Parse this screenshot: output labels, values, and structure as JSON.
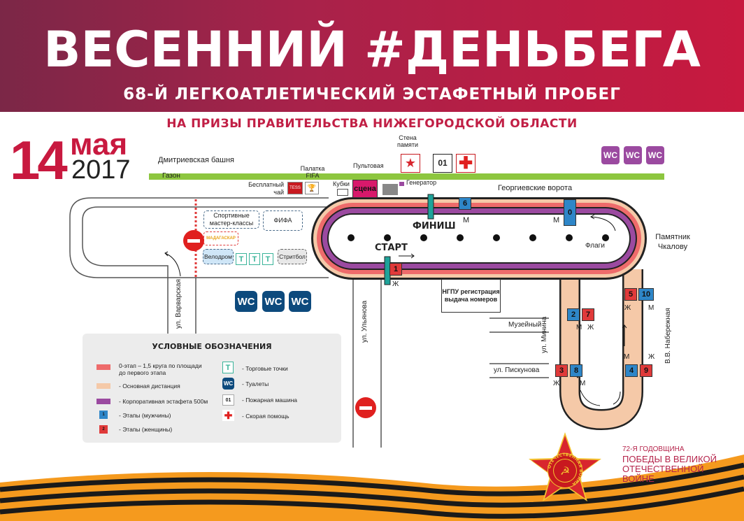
{
  "header": {
    "title": "ВЕСЕННИЙ #ДЕНЬБЕГА",
    "subtitle": "68-Й ЛЕГКОАТЛЕТИЧЕСКИЙ ЭСТАФЕТНЫЙ ПРОБЕГ",
    "prize": "НА ПРИЗЫ ПРАВИТЕЛЬСТВА НИЖЕГОРОДСКОЙ ОБЛАСТИ"
  },
  "date": {
    "day": "14",
    "month": "мая",
    "year": "2017"
  },
  "map": {
    "dmitrievskaya": "Дмитриевская башня",
    "gazon": "Газон",
    "tea": "Бесплатный чай",
    "tess": "TESS",
    "fifa_tent": "Палатка FIFA",
    "cups": "Кубки",
    "control": "Пультовая",
    "stage": "сцена",
    "generator": "Генератор",
    "memory_wall": "Стена памяти",
    "fire": "01",
    "georgievskie": "Георгиевские ворота",
    "chkalov": "Памятник Чкалову",
    "flags": "Флаги",
    "finish": "ФИНИШ",
    "start": "СТАРТ",
    "ngpu": "НГПУ регистрация выдача номеров",
    "museum": "Музейный",
    "piskunova": "ул. Пискунова",
    "minina": "ул. Минина",
    "naberezhnaya": "В.В. Набережная",
    "ulyanova": "ул. Ульянова",
    "varvarskaya": "ул. Варварская",
    "sport_classes": "Спортивные мастер-классы",
    "fifa": "ФИФА",
    "madagascar": "МАДАГАСКАР",
    "velodrom": "Велодром",
    "streetball": "Стритбол",
    "trade": "Т",
    "wc": "WC",
    "men": "М",
    "women": "Ж",
    "stages": [
      "0",
      "1",
      "2",
      "3",
      "4",
      "5",
      "6",
      "7",
      "8",
      "9",
      "10"
    ]
  },
  "legend": {
    "title": "УСЛОВНЫЕ ОБОЗНАЧЕНИЯ",
    "items": [
      "0-этап – 1,5 круга по площади до первого этапа",
      "- Основная дистанция",
      "- Корпоративная эстафета  500м",
      "- Этапы (мужчины)",
      "- Этапы (женщины)",
      "- Торговые точки",
      "- Туалеты",
      "- Пожарная машина",
      "- Скорая помощь"
    ],
    "stage_m": "1",
    "stage_w": "2"
  },
  "footer": {
    "anniversary": "72-Я  ГОДОВЩИНА",
    "victory": "ПОБЕДЫ В ВЕЛИКОЙ ОТЕЧЕСТВЕННОЙ ВОЙНЕ",
    "order_text": "ОТЕЧЕСТВЕННАЯ ВОЙНА"
  },
  "colors": {
    "brand": "#c8193f",
    "zero_stage": "#ee6b6b",
    "main": "#f5c9a8",
    "corporate": "#9b4aa0",
    "men": "#2e86c8",
    "women": "#e03a3a",
    "wc": "#0d4a7d",
    "grass": "#8dc63f"
  }
}
